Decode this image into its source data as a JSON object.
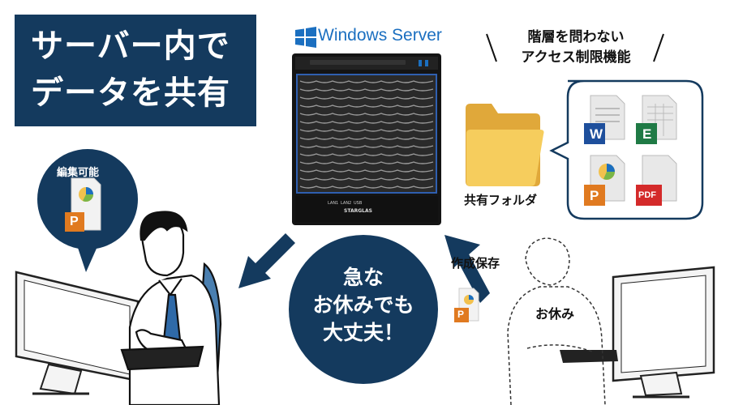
{
  "title": {
    "line1": "サーバー内で",
    "line2": "データを共有"
  },
  "server": {
    "os_label": "Windows Server",
    "brand": "STARGLAS",
    "port_labels": [
      "LAN1",
      "LAN2",
      "USB"
    ]
  },
  "access": {
    "line1": "階層を問わない",
    "line2": "アクセス制限機能"
  },
  "folder": {
    "label": "共有フォルダ"
  },
  "files": {
    "word": "W",
    "excel": "E",
    "powerpoint": "P",
    "pdf": "PDF"
  },
  "editable": {
    "label": "編集可能",
    "badge": "P"
  },
  "sudden": {
    "line1": "急な",
    "line2": "お休みでも",
    "line3": "大丈夫！"
  },
  "saved": {
    "label": "作成保存",
    "badge": "P"
  },
  "absent": {
    "label": "お休み"
  },
  "colors": {
    "navy": "#143a5e",
    "word": "#1e4f9c",
    "excel": "#1f7a45",
    "powerpoint": "#e07a20",
    "pdf": "#d42a2a",
    "folder": "#f2c14e",
    "windows_blue": "#1b6fc0"
  }
}
